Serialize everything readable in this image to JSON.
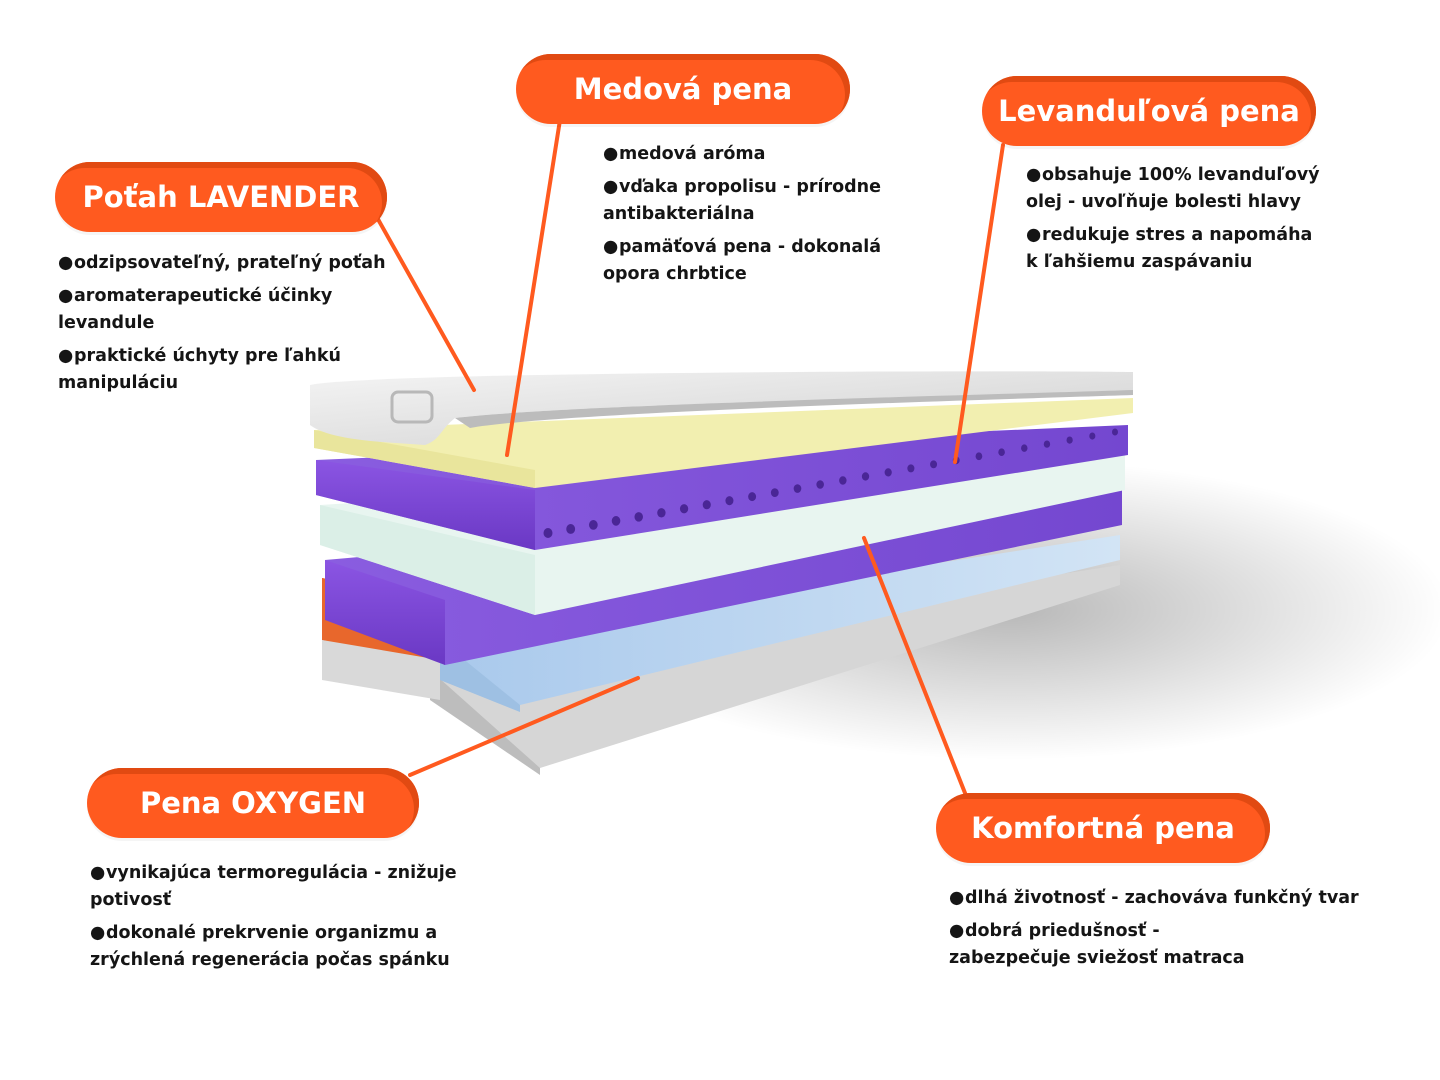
{
  "labels": [
    {
      "key": "potah",
      "title": "Poťah LAVENDER",
      "items": [
        "odzipsovateľný, prateľný poťah",
        "aromaterapeutické účinky levandule",
        "praktické úchyty pre ľahkú manipuláciu"
      ]
    },
    {
      "key": "medova",
      "title": "Medová pena",
      "items": [
        "medová aróma",
        "vďaka propolisu - prírodne antibakteriálna",
        "pamäťová pena - dokonalá opora chrbtice"
      ]
    },
    {
      "key": "levandulova",
      "title": "Levanduľová pena",
      "items": [
        "obsahuje 100% levanduľový olej - uvoľňuje bolesti hlavy",
        "redukuje stres a napomáha k ľahšiemu zaspávaniu"
      ]
    },
    {
      "key": "oxygen",
      "title": "Pena OXYGEN",
      "items": [
        "vynikajúca termoregulácia - znižuje potivosť",
        "dokonalé prekrvenie organizmu a zrýchlená regenerácia počas spánku"
      ]
    },
    {
      "key": "komfortna",
      "title": "Komfortná pena",
      "items": [
        "dlhá životnosť - zachováva funkčný tvar",
        "dobrá priedušnosť - zabezpečuje sviežosť matraca"
      ]
    }
  ],
  "bullet_symbol": "●",
  "colors": {
    "accent": "#ff5a1f",
    "purple_foam": "#7d46d8",
    "honey_foam": "#f3f1b0",
    "comfort_foam": "#e7f3ee",
    "oxygen_foam": "#b9d4ee",
    "cover": "#e9e9e9"
  }
}
